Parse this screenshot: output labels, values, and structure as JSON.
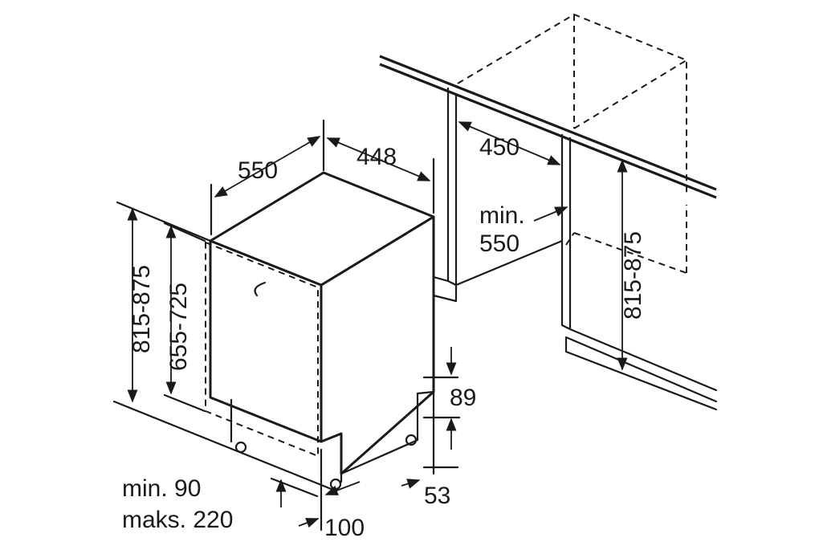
{
  "dimensions": {
    "depth": "550",
    "width": "448",
    "height_total": "815-875",
    "height_door": "655-725",
    "niche_depth": "450",
    "niche_min_label": "min.",
    "niche_min_value": "550",
    "niche_height": "815-875",
    "plinth_height": "89",
    "plinth_recess": "53",
    "plinth_min": "min. 90",
    "plinth_max": "maks. 220",
    "plinth_offset": "100"
  }
}
